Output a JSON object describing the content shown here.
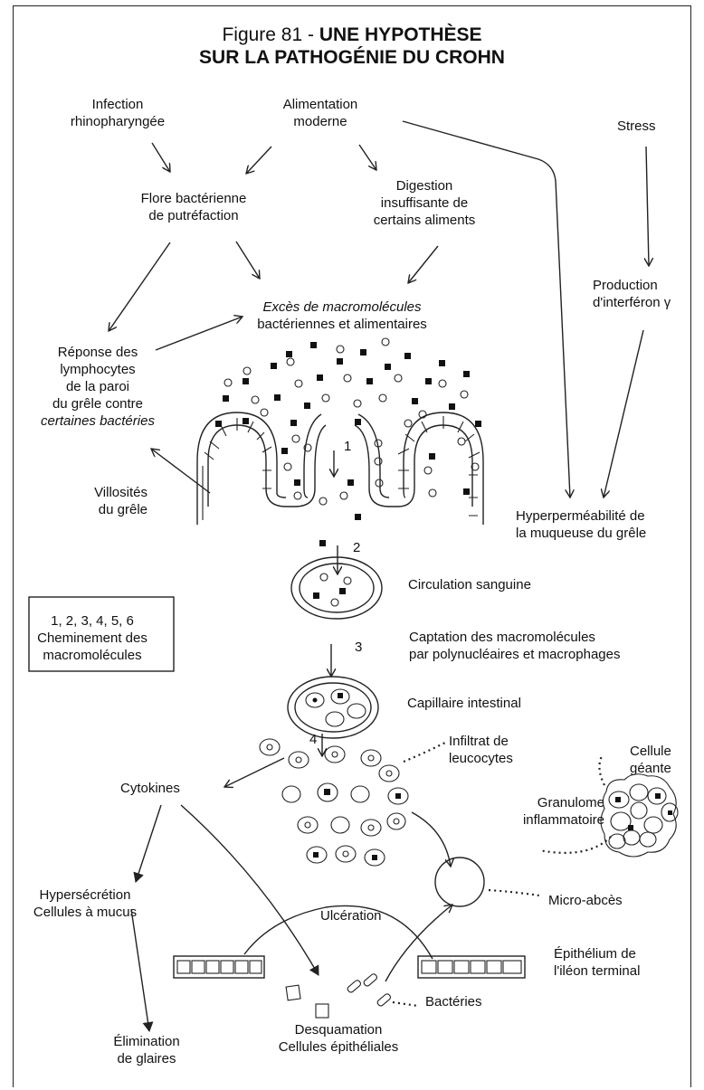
{
  "figure": {
    "number_prefix": "Figure 81  -",
    "title_line1": "UNE HYPOTHÈSE",
    "title_line2": "SUR LA PATHOGÉNIE DU CROHN"
  },
  "nodes": {
    "infection": [
      "Infection",
      "rhinopharyngée"
    ],
    "alimentation": [
      "Alimentation",
      "moderne"
    ],
    "stress": [
      "Stress"
    ],
    "flore": [
      "Flore bactérienne",
      "de putréfaction"
    ],
    "digestion": [
      "Digestion",
      "insuffisante de",
      "certains aliments"
    ],
    "production": [
      "Production",
      "d'interféron γ"
    ],
    "exces": [
      "Excès de macromolécules",
      "bactériennes et alimentaires"
    ],
    "reponse": [
      "Réponse des",
      "lymphocytes",
      "de la paroi",
      "du grêle contre",
      "certaines bactéries"
    ],
    "villosites": [
      "Villosités",
      "du grêle"
    ],
    "hyperpermeabilite": [
      "Hyperperméabilité de",
      "la muqueuse du grêle"
    ],
    "circulation": [
      "Circulation sanguine"
    ],
    "cheminement": [
      "1, 2, 3, 4, 5, 6",
      "Cheminement des",
      "macromolécules"
    ],
    "captation": [
      "Captation des macromolécules",
      "par polynucléaires et macrophages"
    ],
    "capillaire": [
      "Capillaire intestinal"
    ],
    "infiltrat": [
      "Infiltrat de",
      "leucocytes"
    ],
    "cellule_geante": [
      "Cellule",
      "géante"
    ],
    "cytokines": [
      "Cytokines"
    ],
    "granulome": [
      "Granulome",
      "inflammatoire"
    ],
    "hypersecretion": [
      "Hypersécrétion",
      "Cellules à mucus"
    ],
    "micro_abces": [
      "Micro-abcès"
    ],
    "ulceration": [
      "Ulcération"
    ],
    "epithelium": [
      "Épithélium de",
      "l'iléon terminal"
    ],
    "bacteries": [
      "Bactéries"
    ],
    "elimination": [
      "Élimination",
      "de glaires"
    ],
    "desquamation": [
      "Desquamation",
      "Cellules épithéliales"
    ]
  },
  "step_numbers": [
    "1",
    "2",
    "3",
    "4"
  ]
}
